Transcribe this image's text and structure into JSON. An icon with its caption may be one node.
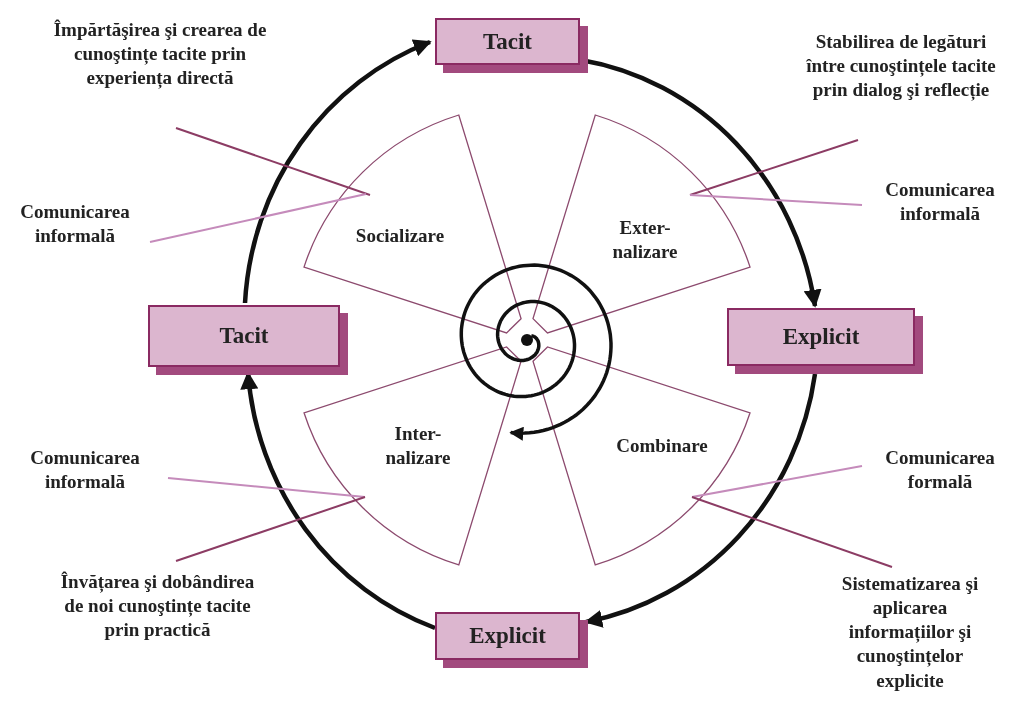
{
  "diagram": {
    "nodes": [
      {
        "text": [
          "Tacit"
        ]
      },
      {
        "text": [
          "Explicit"
        ]
      },
      {
        "text": [
          "Explicit"
        ]
      },
      {
        "text": [
          "Tacit"
        ]
      },
      {
        "text": [
          "Socializare"
        ]
      },
      {
        "text": [
          "Exter- nalizare"
        ]
      },
      {
        "text": [
          "Combinare"
        ]
      },
      {
        "text": [
          "Inter- nalizare"
        ]
      },
      {
        "text": [
          "Împărtăşirea şi crearea de cunoştințe tacite prin experiența directă"
        ]
      },
      {
        "text": [
          "Comunicarea informală"
        ]
      },
      {
        "text": [
          "Stabilirea de legături între cunoştințele tacite prin dialog şi reflecție"
        ]
      },
      {
        "text": [
          "Comunicarea informală"
        ]
      },
      {
        "text": [
          "Comunicarea informală"
        ]
      },
      {
        "text": [
          "Învățarea şi dobândirea de noi cunoştințe tacite prin practică"
        ]
      },
      {
        "text": [
          "Comunicarea formală"
        ]
      },
      {
        "text": [
          "Sistematizarea şi aplicarea informațiilor şi cunoştințelor explicite"
        ]
      }
    ],
    "edges": [
      {
        "from": 3,
        "to": 0,
        "arrow": "to",
        "style": "thick",
        "color": "#111111"
      },
      {
        "from": 0,
        "to": 1,
        "arrow": "to",
        "style": "thick",
        "color": "#111111"
      },
      {
        "from": 1,
        "to": 2,
        "arrow": "to",
        "style": "thick",
        "color": "#111111"
      },
      {
        "from": 2,
        "to": 3,
        "arrow": "to",
        "style": "thick",
        "color": "#111111"
      },
      {
        "from": 8,
        "to": 4,
        "arrow": "none",
        "color": "#8c3c64"
      },
      {
        "from": 9,
        "to": 4,
        "arrow": "none",
        "color": "#c58bbb"
      },
      {
        "from": 10,
        "to": 5,
        "arrow": "none",
        "color": "#8c3c64"
      },
      {
        "from": 11,
        "to": 5,
        "arrow": "none",
        "color": "#c58bbb"
      },
      {
        "from": 12,
        "to": 7,
        "arrow": "none",
        "color": "#c58bbb"
      },
      {
        "from": 13,
        "to": 7,
        "arrow": "none",
        "color": "#8c3c64"
      },
      {
        "from": 14,
        "to": 6,
        "arrow": "none",
        "color": "#c58bbb"
      },
      {
        "from": 15,
        "to": 6,
        "arrow": "none",
        "color": "#8c3c64"
      }
    ]
  }
}
